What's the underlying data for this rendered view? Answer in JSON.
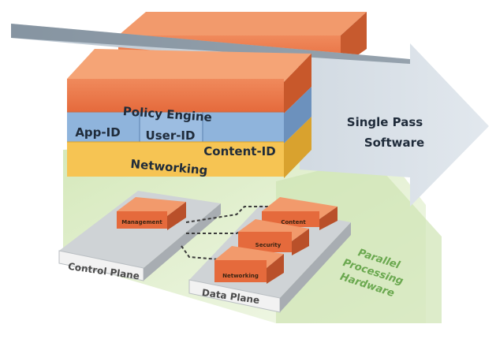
{
  "diagram": {
    "layers": {
      "policy_engine": "Policy Engine",
      "app_id": "App-ID",
      "user_id": "User-ID",
      "content_id": "Content-ID",
      "networking": "Networking"
    },
    "arrow_label": [
      "Single Pass",
      "Software"
    ],
    "control_plane": {
      "label": "Control Plane",
      "management": "Management"
    },
    "data_plane": {
      "label": "Data Plane",
      "content": "Content",
      "security": "Security",
      "networking": "Networking"
    },
    "hardware_label": [
      "Parallel",
      "Processing",
      "Hardware"
    ],
    "colors": {
      "orange": "#e9774a",
      "blue": "#8fb4dc",
      "yellow": "#f6c453",
      "arrow": "#c9d3dc",
      "green_panel": "#dfeec9"
    }
  }
}
